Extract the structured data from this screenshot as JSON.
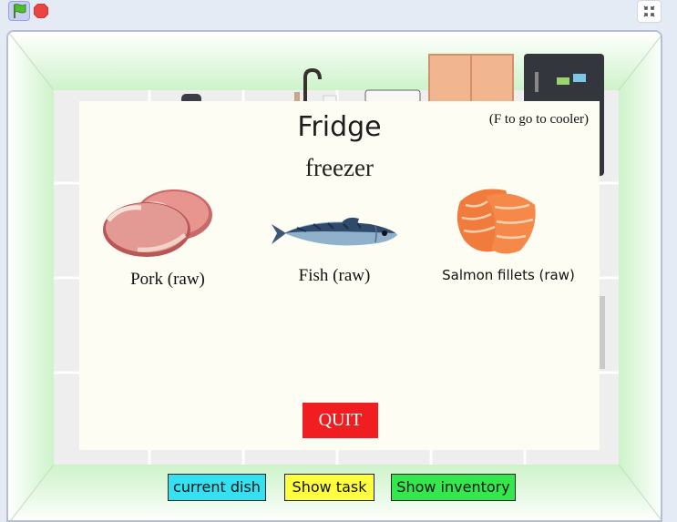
{
  "controls": {
    "green_flag_icon": "green-flag-icon",
    "stop_icon": "stop-sign-icon",
    "fullscreen_icon": "exit-fullscreen-icon"
  },
  "fridge": {
    "title": "Fridge",
    "section": "freezer",
    "hint": "(F to go to cooler)",
    "items": [
      {
        "label": "Pork (raw)",
        "icon": "raw-pork-icon"
      },
      {
        "label": "Fish (raw)",
        "icon": "raw-fish-icon"
      },
      {
        "label": "Salmon fillets (raw)",
        "icon": "salmon-fillets-icon"
      }
    ],
    "quit_label": "QUIT"
  },
  "hud": {
    "current_dish": "current dish",
    "show_task": "Show task",
    "show_inventory": "Show inventory"
  },
  "colors": {
    "quit_bg": "#f01e21",
    "current_dish_bg": "#33e1f0",
    "show_task_bg": "#ffff3d",
    "show_inventory_bg": "#33e84d",
    "stage_glow": "#d6f7d3"
  }
}
